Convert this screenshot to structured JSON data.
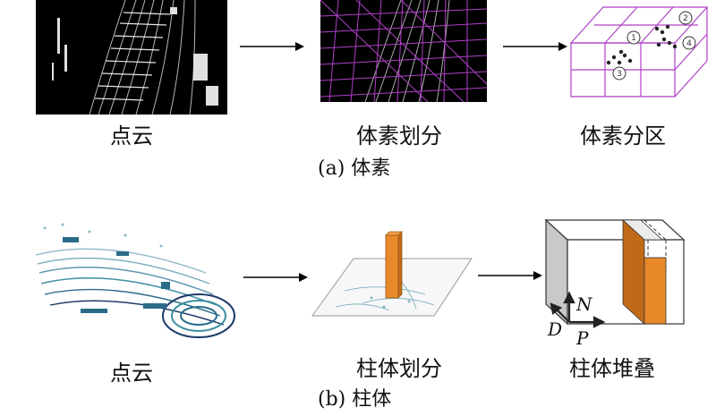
{
  "row_a": {
    "point_cloud_label": "点云",
    "voxel_partition_label": "体素划分",
    "voxel_zone_label": "体素分区",
    "caption": "(a) 体素",
    "zone_numbers": [
      "1",
      "2",
      "3",
      "4"
    ]
  },
  "row_b": {
    "point_cloud_label": "点云",
    "pillar_partition_label": "柱体划分",
    "pillar_stack_label": "柱体堆叠",
    "caption": "(b) 柱体",
    "axis_n": "N",
    "axis_d": "D",
    "axis_p": "P"
  },
  "colors": {
    "grid_magenta": "#b040c8",
    "pillar_orange": "#e8892a",
    "pillar_dark_orange": "#c06a18",
    "gray_face": "#c9c9c9",
    "lidar_teal": "#3b8ea0",
    "lidar_navy": "#1c3a6a"
  }
}
